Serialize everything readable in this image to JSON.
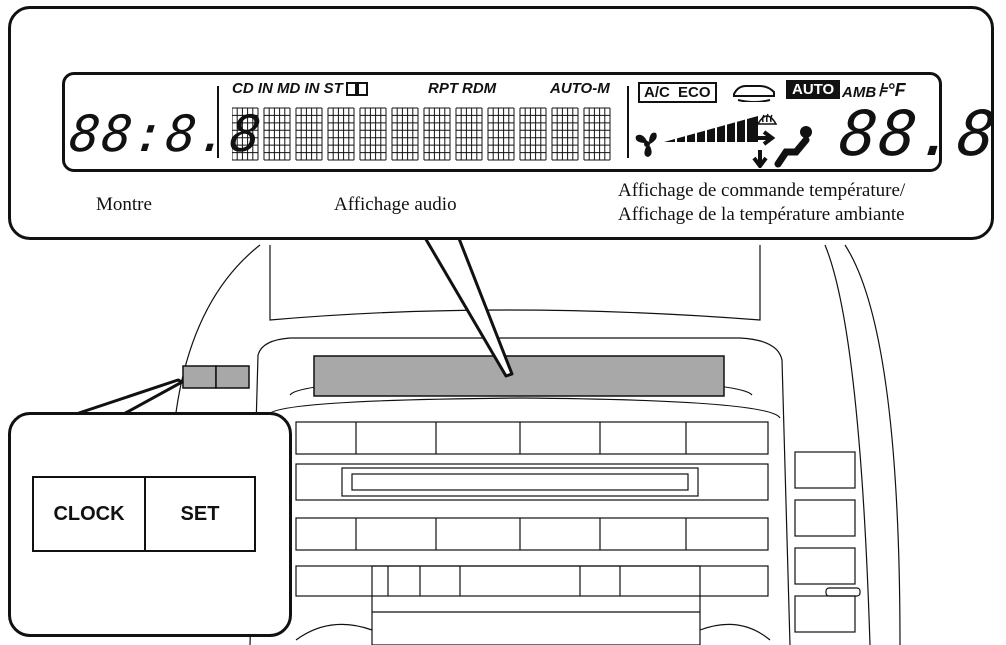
{
  "lcd": {
    "clock_digits": "88:8.8",
    "temp_digits": "88.8",
    "top_indicators": {
      "sources": "CD IN MD IN ST",
      "repeat": "RPT",
      "random": "RDM",
      "auto_m": "AUTO-M",
      "ac": "A/C",
      "eco": "ECO",
      "auto": "AUTO",
      "amb": "AMB",
      "unit": "°F"
    }
  },
  "labels": {
    "montre": "Montre",
    "audio": "Affichage audio",
    "temp_line1": "Affichage de commande température/",
    "temp_line2": "Affichage de la température ambiante"
  },
  "buttons": {
    "clock": "CLOCK",
    "set": "SET"
  },
  "icons": [
    "dolby-icon",
    "recirculation-car-icon",
    "fan-icon",
    "fan-speed-bars-icon",
    "rear-defrost-icon",
    "airflow-seat-icon"
  ]
}
